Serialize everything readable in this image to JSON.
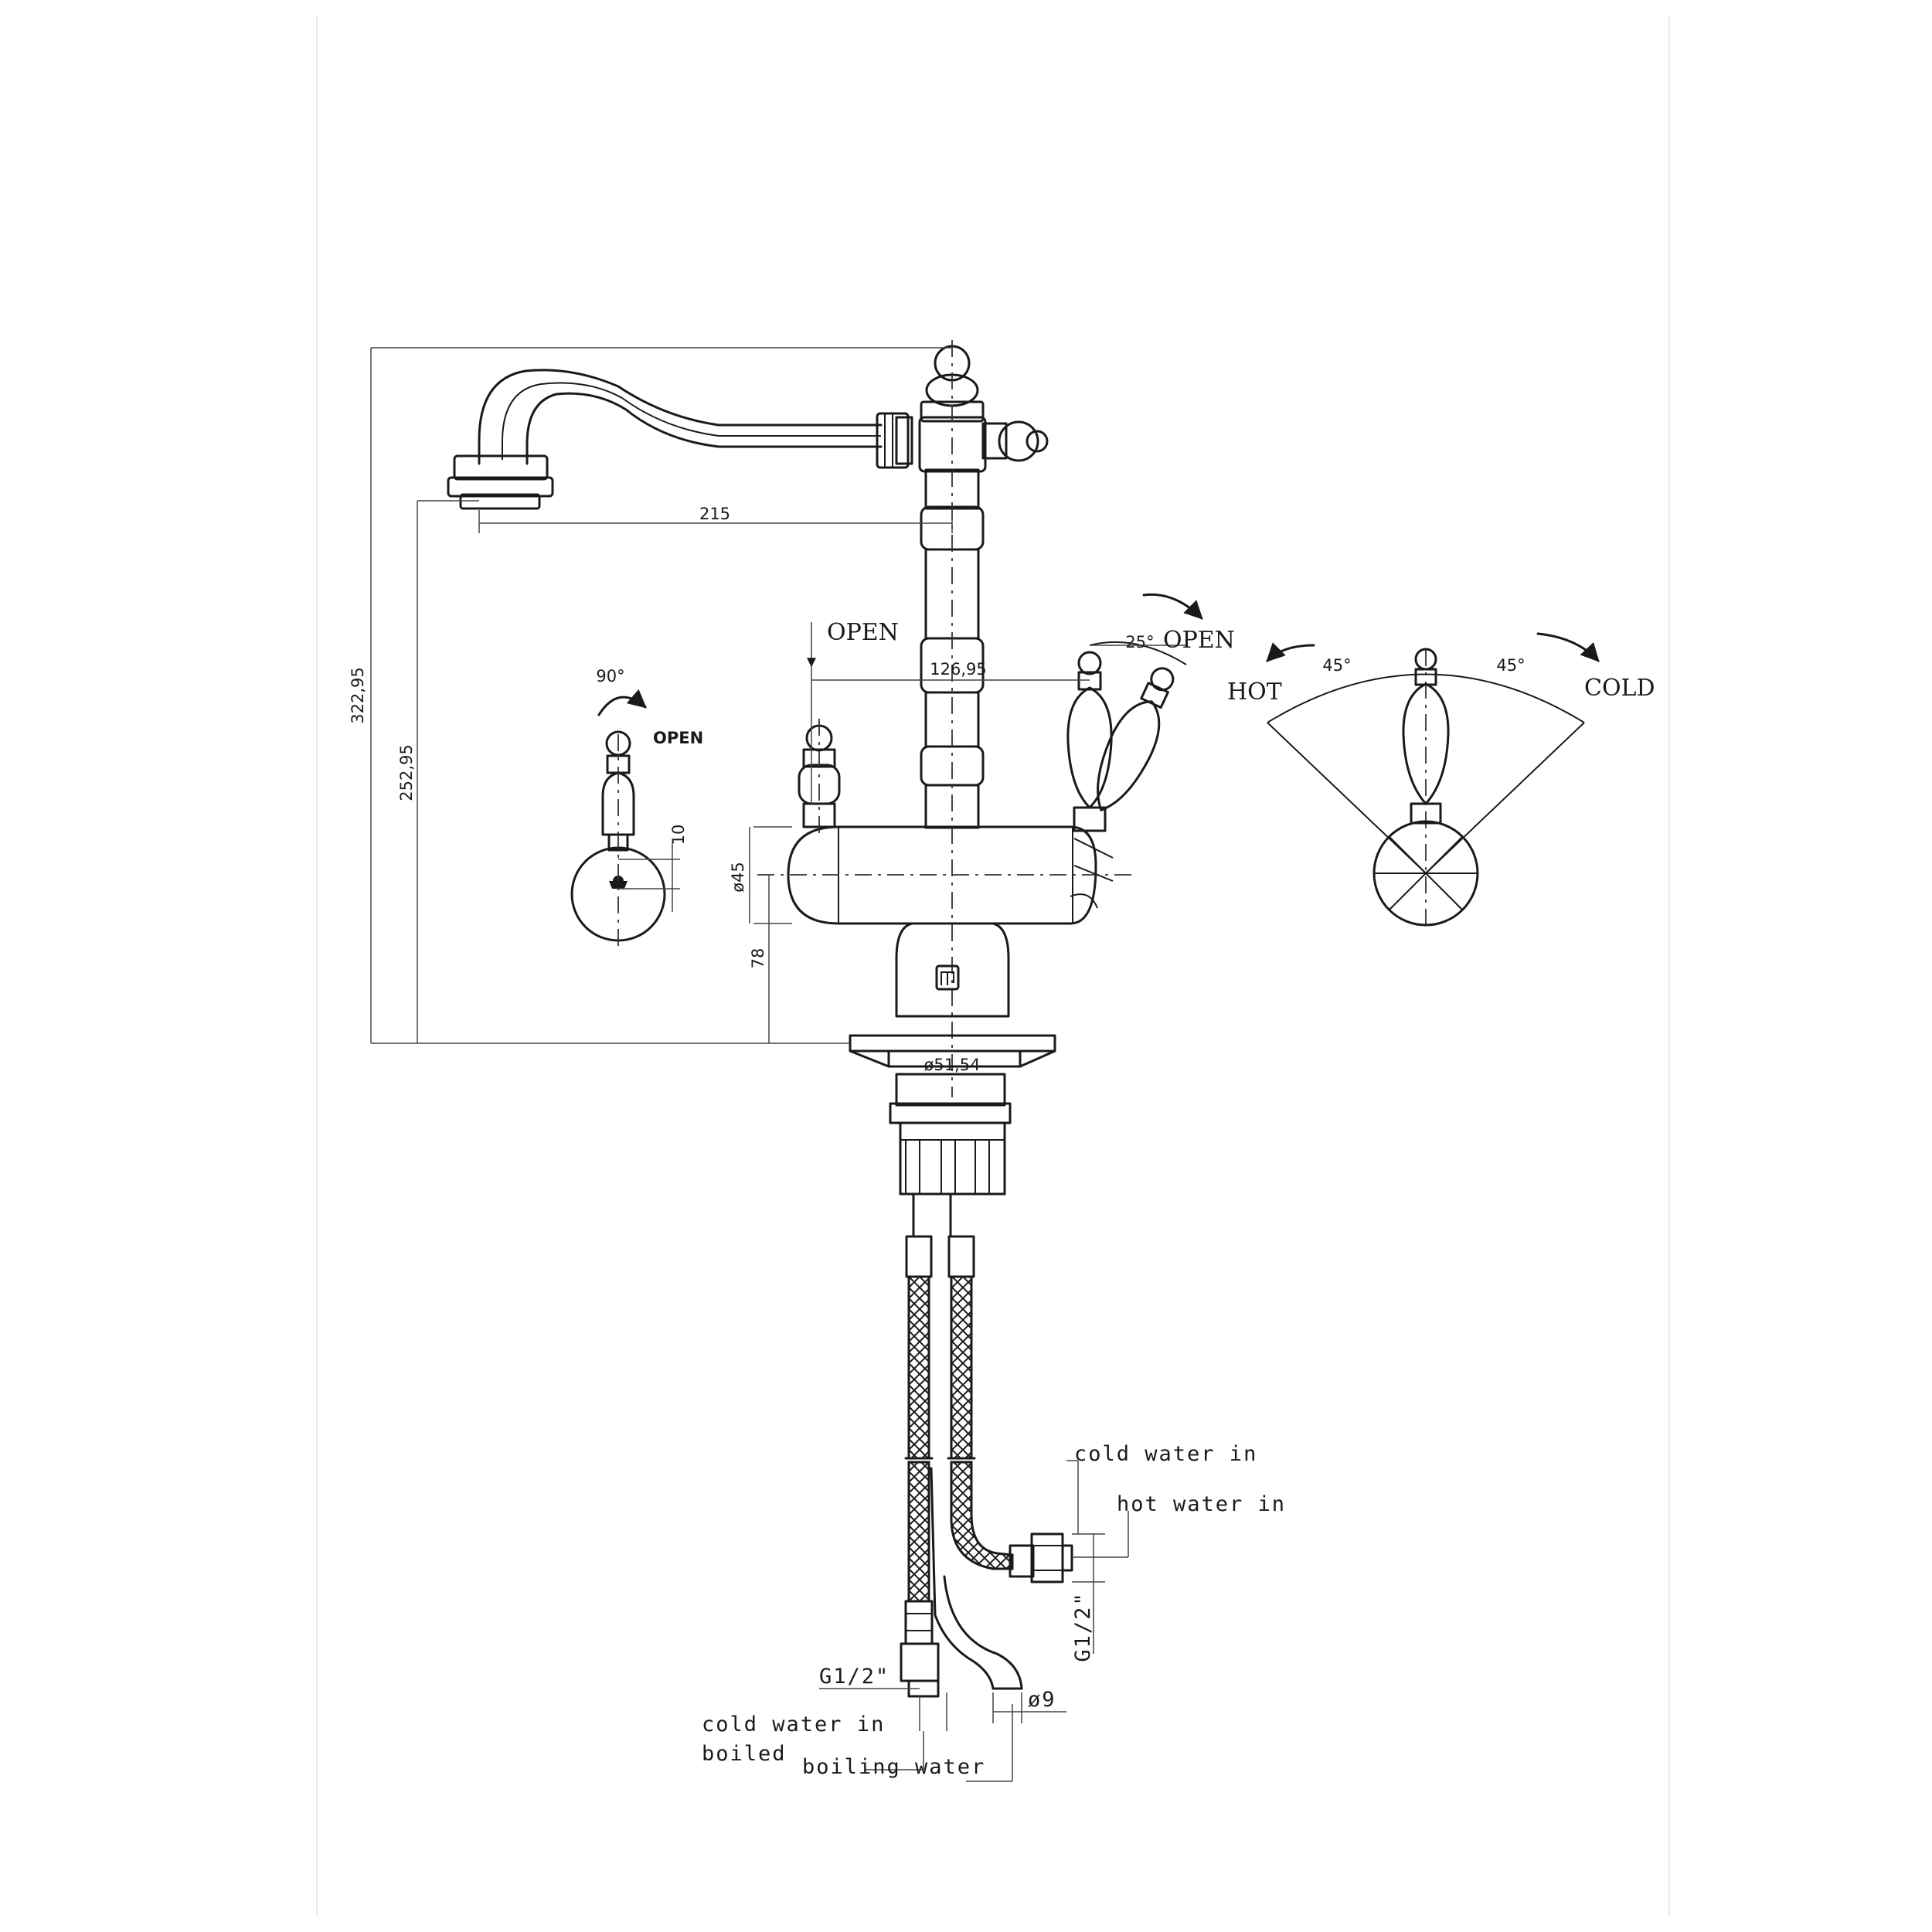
{
  "dimensions": {
    "overall_height": "322,95",
    "spout_height": "252,95",
    "spout_reach": "215",
    "handle_spacing": "126,95",
    "body_diameter": "ø45",
    "body_height": "78",
    "knob_offset": "10",
    "base_diameter": "ø51,54",
    "hose_thread_left": "G1/2\"",
    "hose_thread_right": "G1/2\"",
    "pipe_diameter": "ø9"
  },
  "rotation": {
    "left_handle_angle": "90°",
    "right_handle_angle": "25°",
    "side_view_left_angle": "45°",
    "side_view_right_angle": "45°"
  },
  "labels": {
    "open_left": "OPEN",
    "open_knob": "OPEN",
    "open_right": "OPEN",
    "hot": "HOT",
    "cold": "COLD"
  },
  "connections": {
    "cold_water_in": "cold water in",
    "hot_water_in": "hot water in",
    "cold_water_in_boiled_line1": "cold water in",
    "cold_water_in_boiled_line2": "boiled",
    "boiling_water": "boiling water"
  },
  "colors": {
    "line": "#1a1a1a",
    "background": "#ffffff"
  }
}
